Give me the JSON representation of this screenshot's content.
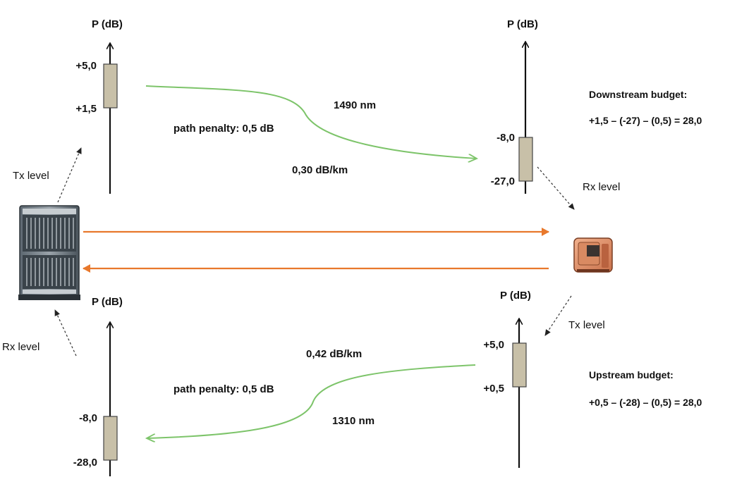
{
  "colors": {
    "downstream_arrow": "#E8782C",
    "upstream_arrow": "#E8782C",
    "fiber_curve": "#7DC46A",
    "level_bar": "#C8C0A8"
  },
  "icons": {
    "olt": "olt-rack-icon",
    "onu": "onu-terminal-icon"
  },
  "axes": {
    "top_left": {
      "axis_label": "P (dB)",
      "high": "+5,0",
      "low": "+1,5"
    },
    "top_right": {
      "axis_label": "P (dB)",
      "high": "-8,0",
      "low": "-27,0"
    },
    "bottom_left": {
      "axis_label": "P (dB)",
      "high": "-8,0",
      "low": "-28,0"
    },
    "bottom_right": {
      "axis_label": "P (dB)",
      "high": "+5,0",
      "low": "+0,5"
    }
  },
  "labels": {
    "olt_tx": "Tx level",
    "olt_rx": "Rx level",
    "onu_rx": "Rx level",
    "onu_tx": "Tx level"
  },
  "downstream": {
    "wavelength": "1490 nm",
    "path_penalty": "path penalty: 0,5 dB",
    "attenuation": "0,30 dB/km",
    "budget_title": "Downstream budget:",
    "budget_formula": "+1,5 – (-27) – (0,5) = 28,0"
  },
  "upstream": {
    "wavelength": "1310 nm",
    "path_penalty": "path penalty: 0,5 dB",
    "attenuation": "0,42 dB/km",
    "budget_title": "Upstream budget:",
    "budget_formula": "+0,5 – (-28) – (0,5) = 28,0"
  }
}
